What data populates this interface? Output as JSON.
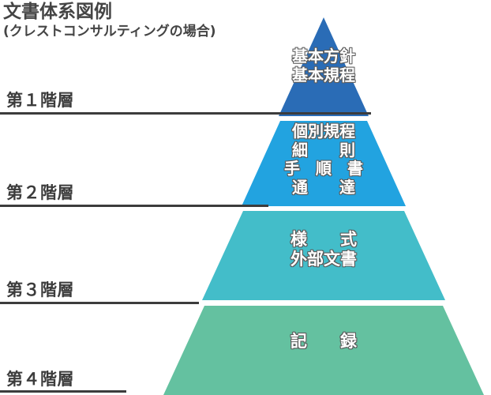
{
  "heading": {
    "title": "文書体系図例",
    "subtitle": "(クレストコンサルティングの場合)"
  },
  "colors": {
    "tier1": "#2a6cb6",
    "tier2": "#22a3e0",
    "tier3": "#43bdc9",
    "tier4": "#64c1a0",
    "text": "#ffffff",
    "text_outline": "#5a5a5a",
    "label": "#3c3c3c",
    "rule": "#3c3c3c",
    "background": "#ffffff"
  },
  "levels": [
    {
      "label": "第１階層",
      "tier_color": "#2a6cb6"
    },
    {
      "label": "第２階層",
      "tier_color": "#22a3e0"
    },
    {
      "label": "第３階層",
      "tier_color": "#43bdc9"
    },
    {
      "label": "第４階層",
      "tier_color": "#64c1a0"
    }
  ],
  "pyramid": {
    "tier1": {
      "lines": [
        "基本方針",
        "基本規程"
      ]
    },
    "tier2": {
      "lines": [
        "個別規程",
        "細　　則",
        "手　順　書",
        "通　　達"
      ]
    },
    "tier3": {
      "lines": [
        "様　　式",
        "外部文書"
      ]
    },
    "tier4": {
      "lines": [
        "記　　録"
      ]
    }
  }
}
